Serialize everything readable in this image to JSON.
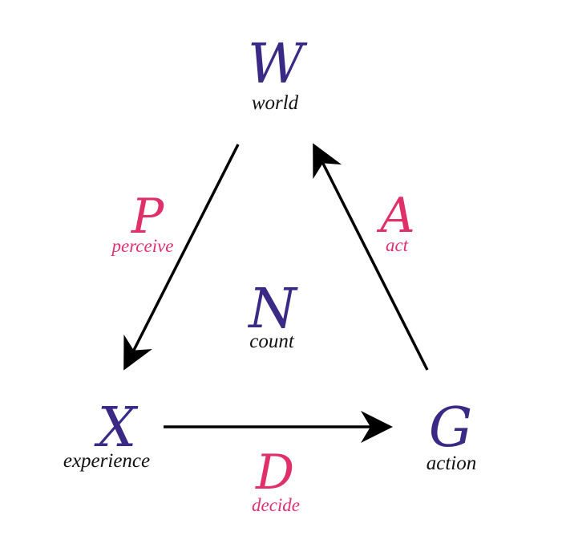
{
  "nodes": {
    "world": {
      "symbol": "W",
      "label": "world"
    },
    "experience": {
      "symbol": "X",
      "label": "experience"
    },
    "action": {
      "symbol": "G",
      "label": "action"
    },
    "count": {
      "symbol": "N",
      "label": "count"
    }
  },
  "edges": {
    "perceive": {
      "symbol": "P",
      "label": "perceive"
    },
    "decide": {
      "symbol": "D",
      "label": "decide"
    },
    "act": {
      "symbol": "A",
      "label": "act"
    }
  },
  "colors": {
    "node": "#3b2a85",
    "edge_label": "#e0306a",
    "caption": "#111111",
    "arrow": "#000000"
  }
}
